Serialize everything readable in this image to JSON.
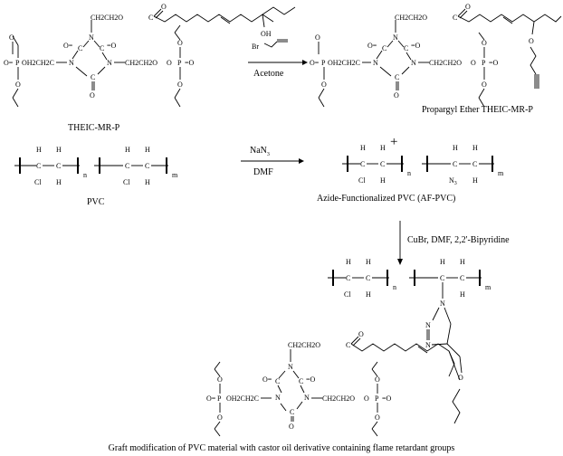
{
  "compounds": {
    "theic_mr_p": "THEIC-MR-P",
    "propargyl_ether": "Propargyl Ether THEIC-MR-P",
    "pvc": "PVC",
    "af_pvc": "Azide-Functionalized PVC (AF-PVC)"
  },
  "reagents": {
    "step1_top": "Br",
    "step1_bottom": "Acetone",
    "step2_top": "NaN",
    "step2_top_sub": "3",
    "step2_bottom": "DMF",
    "step3": "CuBr, DMF, 2,2'-Bipyridine"
  },
  "symbols": {
    "plus": "+",
    "repeat_n": "n",
    "repeat_m": "m",
    "H": "H",
    "C": "C",
    "N": "N",
    "O": "O",
    "P": "P",
    "Cl": "Cl",
    "OH": "OH",
    "N3": "N",
    "N3_sub": "3",
    "eq_O": "O=",
    "O_eq": "=O",
    "c_eq_o": "O=",
    "linker_left": "OH2CH2C",
    "linker_right": "CH2CH2O",
    "ester": "CH2CH2O",
    "ester_c": "C"
  },
  "caption": "Graft modification of PVC material with castor oil derivative containing flame retardant groups"
}
